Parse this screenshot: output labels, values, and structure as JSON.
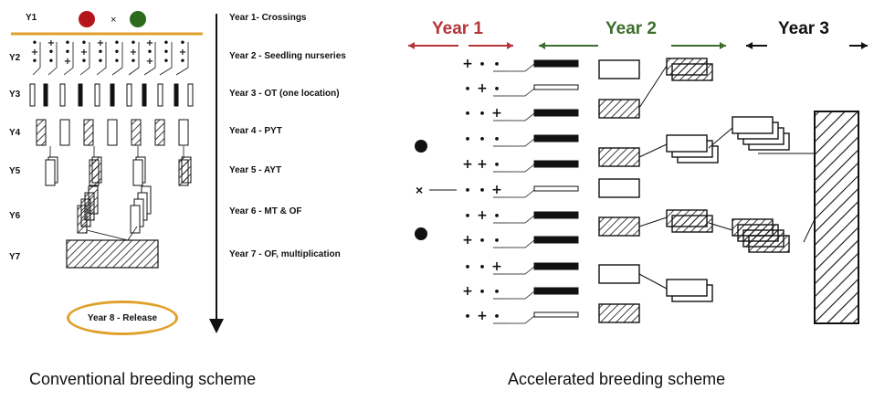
{
  "conventional": {
    "y1_label": "Y1",
    "row_labels": [
      "Y2",
      "Y3",
      "Y4",
      "Y5",
      "Y6",
      "Y7"
    ],
    "cross_symbol": "×",
    "parent_colors": [
      "#b5161b",
      "#2c6b1e"
    ],
    "timeline_color": "#e0a02a",
    "steps": [
      "Year 1- Crossings",
      "Year 2 - Seedling nurseries",
      "Year 3 - OT (one location)",
      "Year 4 - PYT",
      "Year 5 - AYT",
      "Year 6 - MT & OF",
      "Year 7 - OF, multiplication"
    ],
    "release": "Year 8 - Release",
    "caption": "Conventional breeding scheme"
  },
  "accelerated": {
    "years": [
      {
        "label": "Year 1",
        "color": "#b5343a"
      },
      {
        "label": "Year 2",
        "color": "#3c6e2c"
      },
      {
        "label": "Year 3",
        "color": "#111111"
      }
    ],
    "cross_symbol": "×",
    "caption": "Accelerated breeding scheme"
  }
}
